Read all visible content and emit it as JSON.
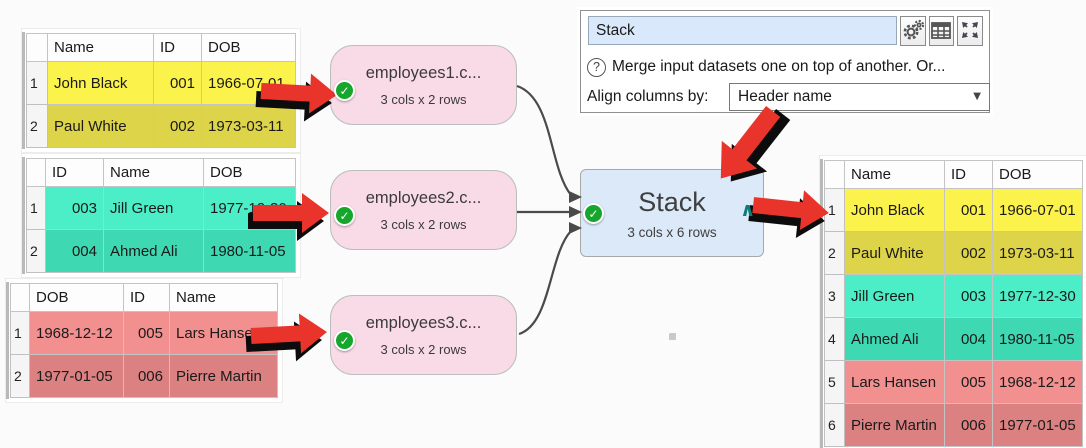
{
  "colors": {
    "arrow_red": "#e9342b",
    "node_pink": "#f9dbe7",
    "node_blue": "#dbe9f8",
    "check_green": "#17a62c",
    "caret_teal": "#0e7d78",
    "row_yellow": "#fbf24b",
    "row_yellow_alt": "#ded44a",
    "row_teal": "#4beec7",
    "row_teal_alt": "#3ed8b2",
    "row_salmon": "#f29090",
    "row_salmon_alt": "#dc8181",
    "input_field_blue": "#d9e9fb"
  },
  "icons": {
    "check": "✓",
    "help": "?",
    "dropdown_arrow": "▼",
    "output_caret": "∧"
  },
  "panel": {
    "name_value": "Stack",
    "help_text": "Merge input datasets one on top of another. Or...",
    "align_label": "Align columns by:",
    "align_value": "Header name"
  },
  "nodes": [
    {
      "title": "employees1.c...",
      "subtitle": "3 cols x 2 rows"
    },
    {
      "title": "employees2.c...",
      "subtitle": "3 cols x 2 rows"
    },
    {
      "title": "employees3.c...",
      "subtitle": "3 cols x 2 rows"
    }
  ],
  "stack_node": {
    "title": "Stack",
    "subtitle": "3 cols x 6 rows"
  },
  "input_tables": [
    {
      "columns": [
        "Name",
        "ID",
        "DOB"
      ],
      "row_numbers": [
        "1",
        "2"
      ],
      "rows": [
        [
          "John Black",
          "001",
          "1966-07-01"
        ],
        [
          "Paul White",
          "002",
          "1973-03-11"
        ]
      ]
    },
    {
      "columns": [
        "ID",
        "Name",
        "DOB"
      ],
      "row_numbers": [
        "1",
        "2"
      ],
      "rows": [
        [
          "003",
          "Jill Green",
          "1977-12-30"
        ],
        [
          "004",
          "Ahmed Ali",
          "1980-11-05"
        ]
      ]
    },
    {
      "columns": [
        "DOB",
        "ID",
        "Name"
      ],
      "row_numbers": [
        "1",
        "2"
      ],
      "rows": [
        [
          "1968-12-12",
          "005",
          "Lars Hansen"
        ],
        [
          "1977-01-05",
          "006",
          "Pierre Martin"
        ]
      ]
    }
  ],
  "output_table": {
    "columns": [
      "Name",
      "ID",
      "DOB"
    ],
    "row_numbers": [
      "1",
      "2",
      "3",
      "4",
      "5",
      "6"
    ],
    "rows": [
      [
        "John Black",
        "001",
        "1966-07-01"
      ],
      [
        "Paul White",
        "002",
        "1973-03-11"
      ],
      [
        "Jill Green",
        "003",
        "1977-12-30"
      ],
      [
        "Ahmed Ali",
        "004",
        "1980-11-05"
      ],
      [
        "Lars Hansen",
        "005",
        "1968-12-12"
      ],
      [
        "Pierre Martin",
        "006",
        "1977-01-05"
      ]
    ]
  }
}
